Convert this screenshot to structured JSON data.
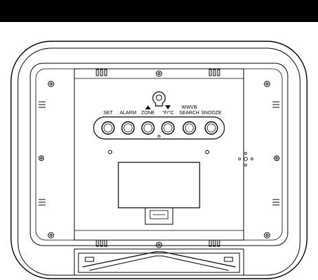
{
  "header": {
    "bar_color": "#000000"
  },
  "buttons": [
    {
      "label": "SET",
      "label2": "",
      "icon": ""
    },
    {
      "label": "ALARM",
      "label2": "",
      "icon": ""
    },
    {
      "label": "ZONE",
      "label2": "",
      "icon": "triangle-up"
    },
    {
      "label": "°F/°C",
      "label2": "",
      "icon": "triangle-down"
    },
    {
      "label": "WWVB",
      "label2": "SEARCH",
      "icon": ""
    },
    {
      "label": "SNOOZE",
      "label2": "",
      "icon": ""
    }
  ],
  "colors": {
    "stroke": "#000000",
    "background": "#ffffff"
  }
}
